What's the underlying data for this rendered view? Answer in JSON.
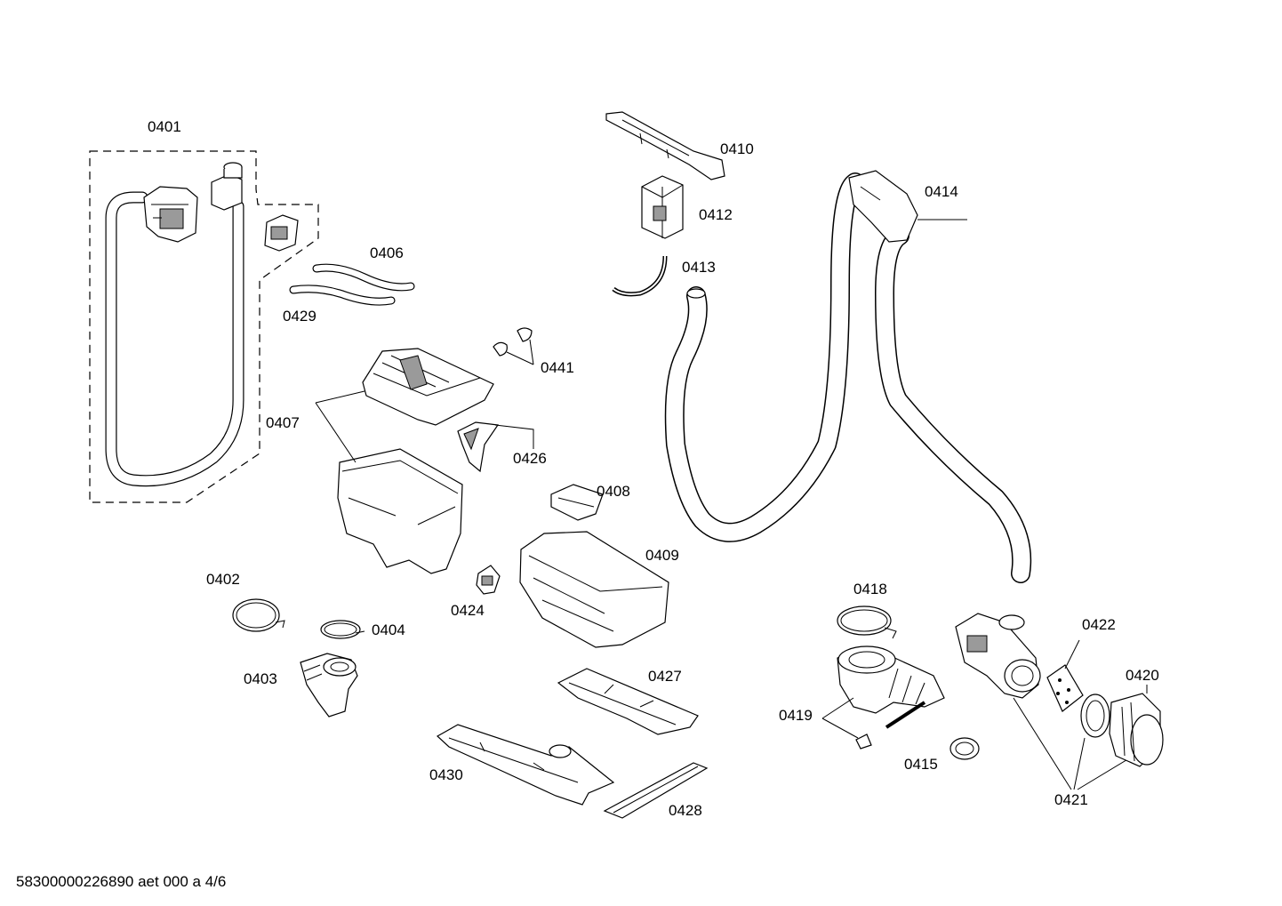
{
  "labels": {
    "p0401": "0401",
    "p0402": "0402",
    "p0403": "0403",
    "p0404": "0404",
    "p0406": "0406",
    "p0407": "0407",
    "p0408": "0408",
    "p0409": "0409",
    "p0410": "0410",
    "p0412": "0412",
    "p0413": "0413",
    "p0414": "0414",
    "p0415": "0415",
    "p0418": "0418",
    "p0419": "0419",
    "p0420": "0420",
    "p0421": "0421",
    "p0422": "0422",
    "p0424": "0424",
    "p0426": "0426",
    "p0427": "0427",
    "p0428": "0428",
    "p0429": "0429",
    "p0430": "0430",
    "p0441": "0441"
  },
  "footer": "58300000226890 aet 000 a 4/6"
}
